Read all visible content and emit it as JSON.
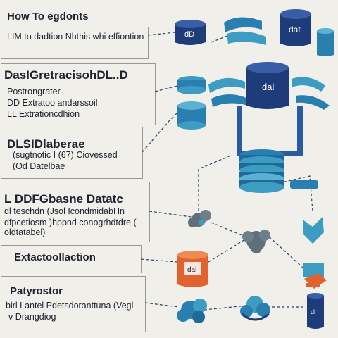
{
  "colors": {
    "navy": "#1e3b7a",
    "blue": "#2a7fb1",
    "teal": "#3d9cc1",
    "gray": "#5f6f7c",
    "orange": "#e0622f",
    "background": "#f1efea"
  },
  "sections": {
    "s1": {
      "title": "How To egdonts",
      "line1": "LIM to dadtion Nhthis whi effiontion"
    },
    "s2": {
      "title": "DasIGretracisohDL..D",
      "line1": "Postrongrater",
      "line2": "DD Extratoo andarssoil",
      "line3": "LL Extrationcdhion"
    },
    "s3": {
      "title": "DLSIDlaberae",
      "line1": "(sugtnotic I (67) Ciovessed",
      "line2": "(Od Datelbae"
    },
    "s4": {
      "title": "L DDFGbasne Datatc",
      "line1": "dl teschdn (Jsol IcondmidabHn",
      "line2": "dfpcetiosm )hppnd conogrhdtdre (",
      "line3": "oldtatabel)"
    },
    "s5": {
      "title": "Extactoollaction"
    },
    "s6": {
      "title": "Patyrostor",
      "line1": "birl Lantel Pdetsdoranttuna (Vegl",
      "line2": "v Drangdiog"
    }
  },
  "labels": {
    "db_top_left": "dD",
    "db_top_right": "dat",
    "db_center": "dal",
    "db_orange": "dal",
    "node_dots": "..",
    "node_small": "dl"
  },
  "icons": [
    "database-icon",
    "database-stack-icon",
    "cloud-icon",
    "chevron-icon",
    "gear-icon",
    "shield-icon",
    "folder-icon"
  ]
}
